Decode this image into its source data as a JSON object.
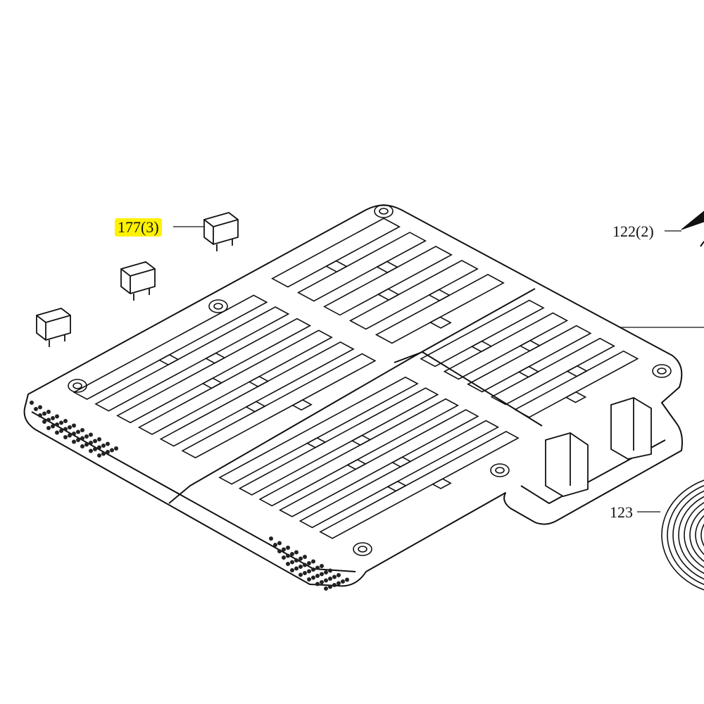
{
  "callouts": [
    {
      "id": "clip",
      "text": "177(3)",
      "highlighted": true
    },
    {
      "id": "screw",
      "text": "122(2)",
      "highlighted": false
    },
    {
      "id": "cable",
      "text": "123",
      "highlighted": false
    }
  ],
  "colors": {
    "highlight": "#fff200",
    "line": "#111111"
  }
}
